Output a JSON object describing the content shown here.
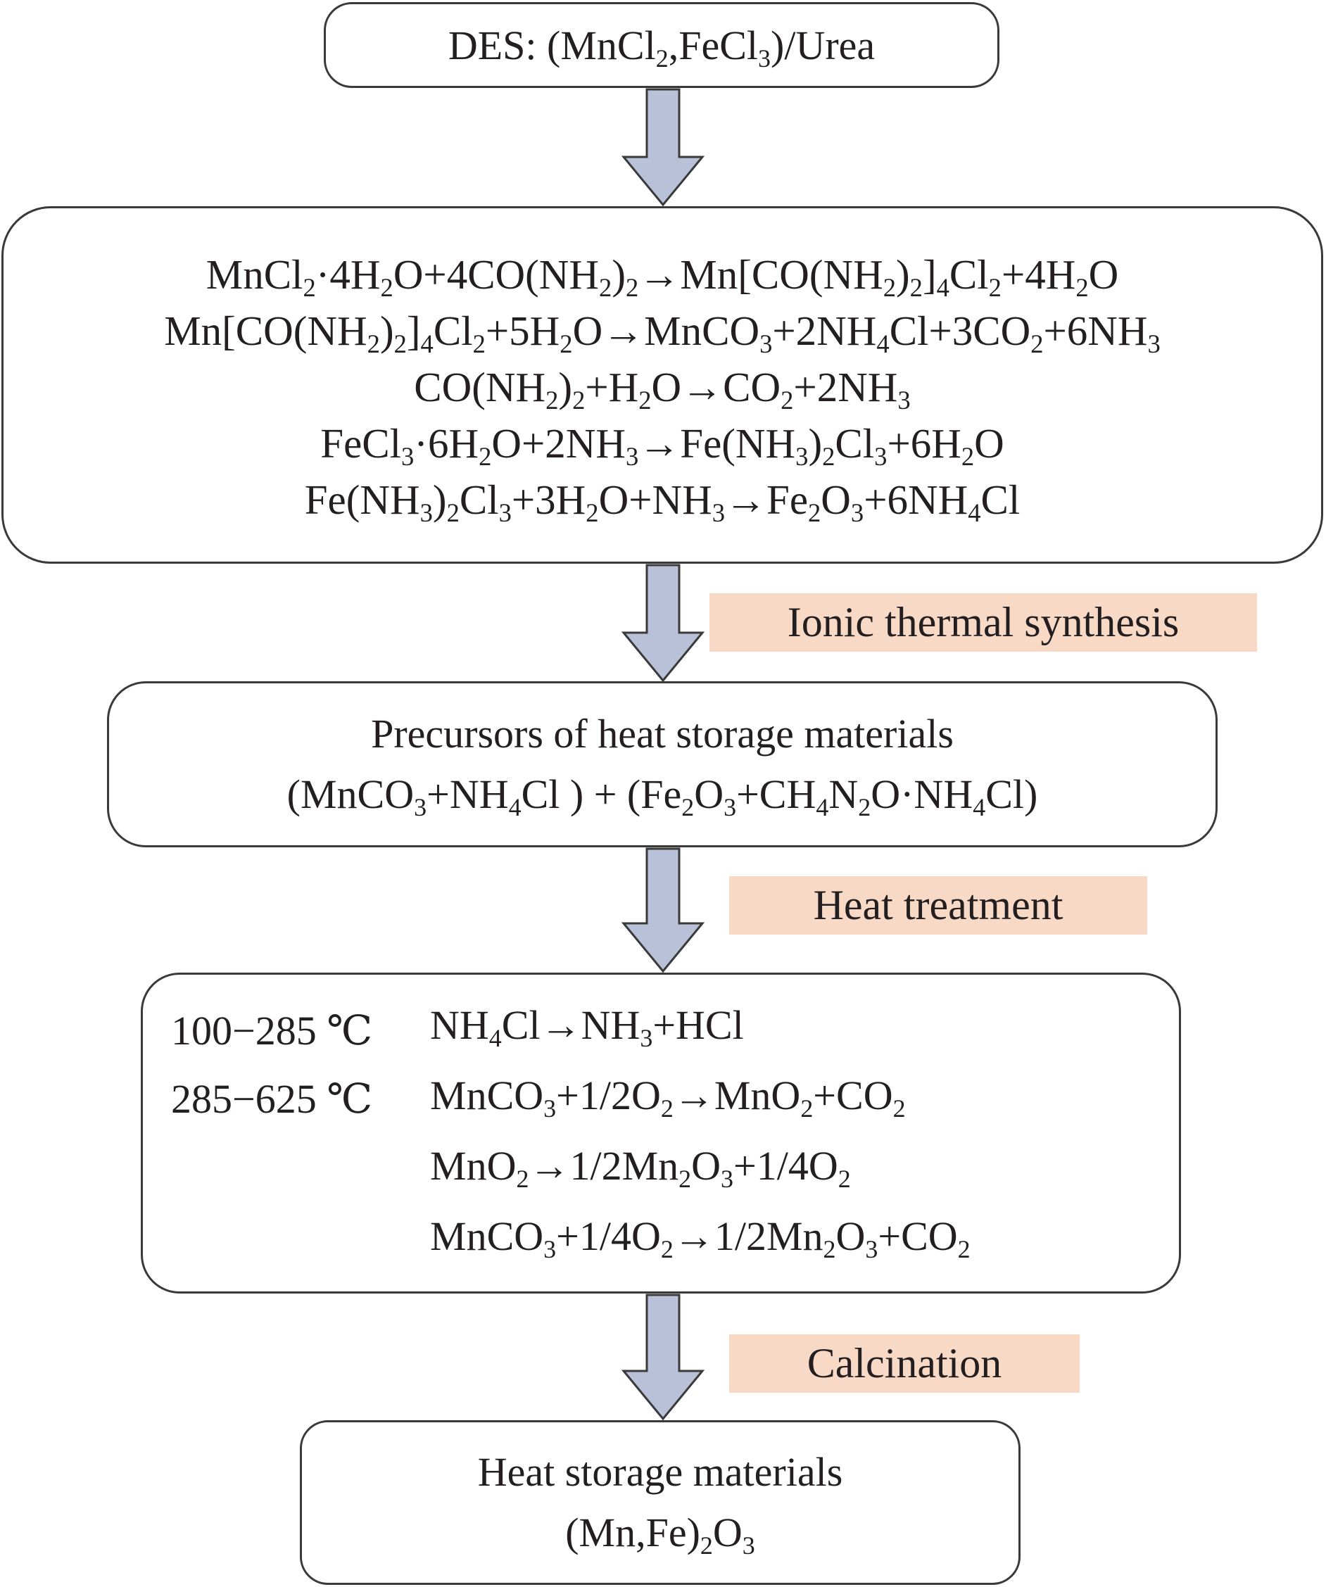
{
  "box1": {
    "text": "DES: (MnCl₂,FeCl₃)/Urea"
  },
  "box2": {
    "lines": [
      "MnCl₂·4H₂O+4CO(NH₂)₂→Mn[CO(NH₂)₂]₄Cl₂+4H₂O",
      "Mn[CO(NH₂)₂]₄Cl₂+5H₂O→MnCO₃+2NH₄Cl+3CO₂+6NH₃",
      "CO(NH₂)₂+H₂O→CO₂+2NH₃",
      "FeCl₃·6H₂O+2NH₃→Fe(NH₃)₂Cl₃+6H₂O",
      "Fe(NH₃)₂Cl₃+3H₂O+NH₃→Fe₂O₃+6NH₄Cl"
    ]
  },
  "label1": {
    "text": "Ionic thermal synthesis"
  },
  "box3": {
    "line1": "Precursors of heat storage materials",
    "line2": "(MnCO₃+NH₄Cl ) + (Fe₂O₃+CH₄N₂O·NH₄Cl)"
  },
  "label2": {
    "text": "Heat treatment"
  },
  "box4": {
    "rows": [
      {
        "temp": "100−285 ℃",
        "eq": "NH₄Cl→NH₃+HCl"
      },
      {
        "temp": "285−625 ℃",
        "eq": "MnCO₃+1/2O₂→MnO₂+CO₂"
      },
      {
        "temp": "",
        "eq": "MnO₂→1/2Mn₂O₃+1/4O₂"
      },
      {
        "temp": "",
        "eq": "MnCO₃+1/4O₂→1/2Mn₂O₃+CO₂"
      }
    ]
  },
  "label3": {
    "text": "Calcination"
  },
  "box5": {
    "line1": "Heat storage materials",
    "line2": "(Mn,Fe)₂O₃"
  },
  "colors": {
    "arrow_fill": "#b9c1d8",
    "arrow_stroke": "#3a3a3a",
    "label_bg": "#f8d9c6",
    "box_border": "#3a3a3a"
  }
}
